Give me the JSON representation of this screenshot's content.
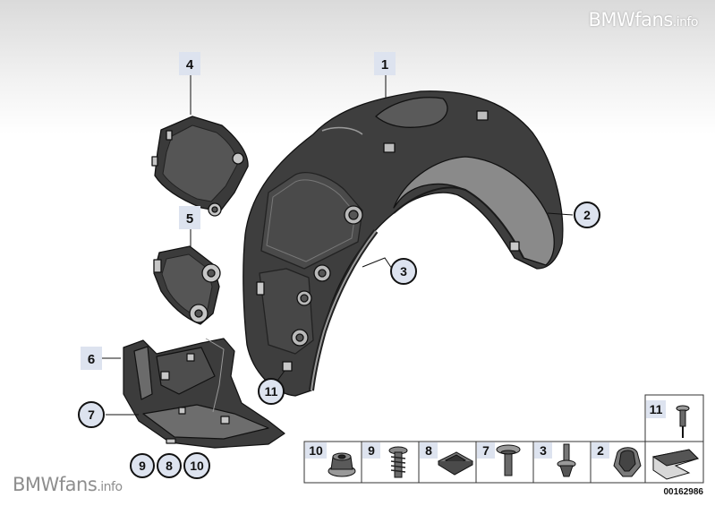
{
  "watermark": {
    "brand": "BMWfans",
    "suffix": ".info"
  },
  "callouts_square": [
    "1",
    "4",
    "5",
    "6"
  ],
  "callouts_circle": [
    "2",
    "3",
    "7",
    "11",
    "9",
    "8",
    "10"
  ],
  "fastener_panel": {
    "cells": [
      "10",
      "9",
      "8",
      "7",
      "3",
      "2"
    ],
    "top_cell": "11"
  },
  "reference_code": "00162986"
}
